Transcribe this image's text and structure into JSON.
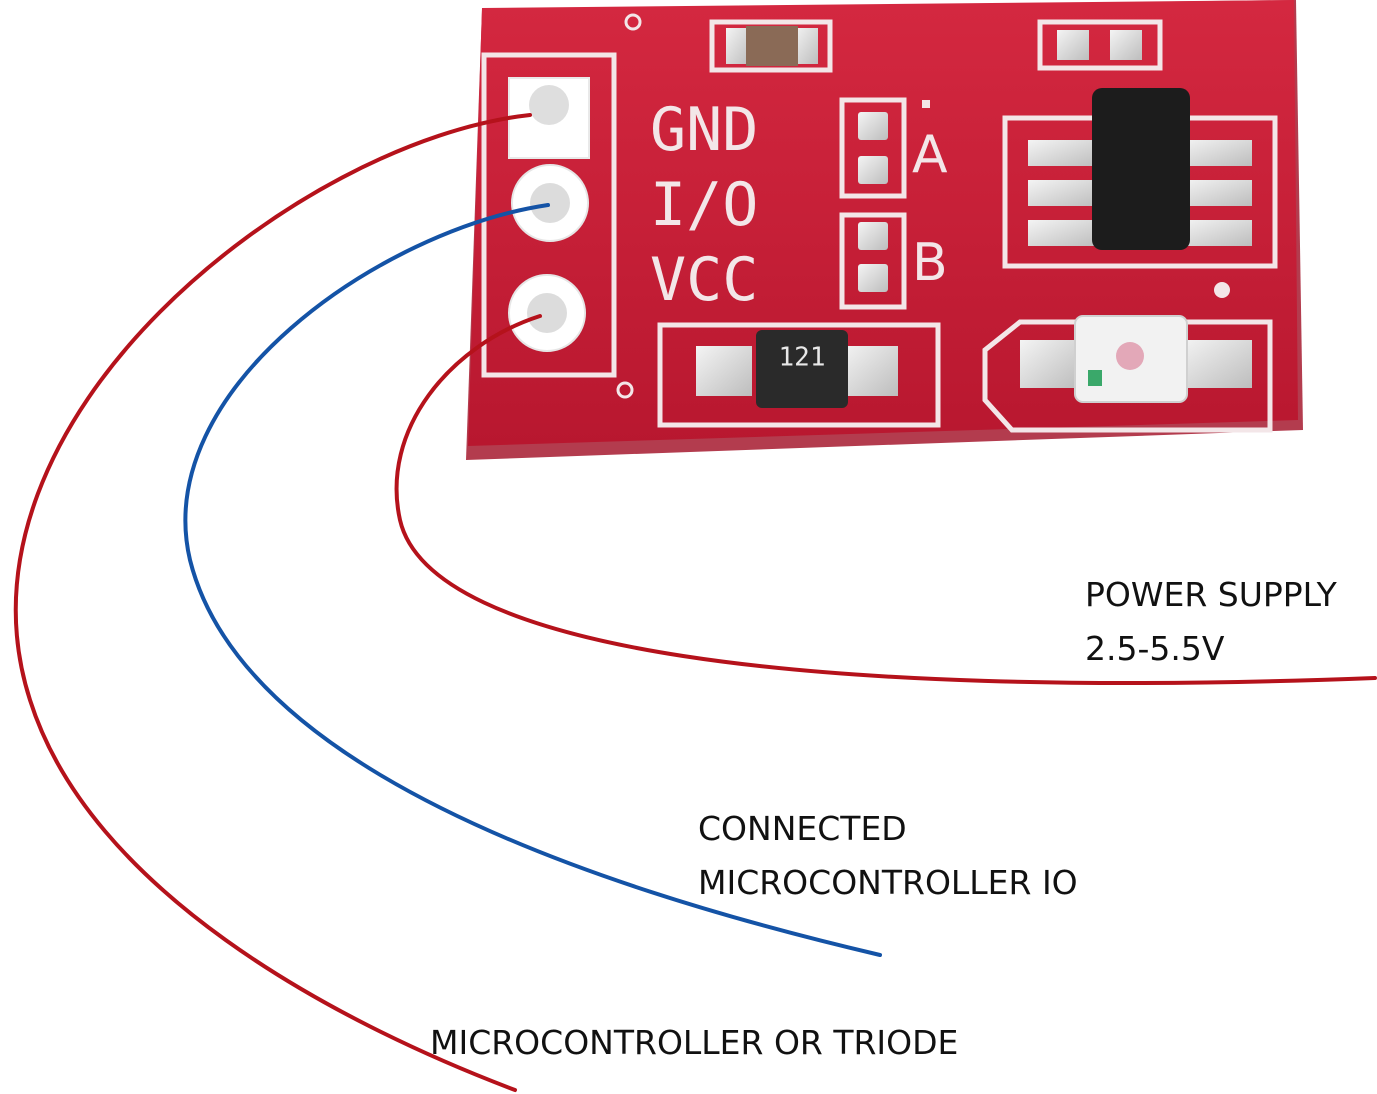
{
  "board": {
    "pin_labels": [
      "GND",
      "I/O",
      "VCC"
    ],
    "jumper_labels": [
      "A",
      "B"
    ],
    "resistor_code": "121"
  },
  "wires": [
    {
      "pin": "GND",
      "color": "#b5121b"
    },
    {
      "pin": "I/O",
      "color": "#1453a6"
    },
    {
      "pin": "VCC",
      "color": "#b5121b"
    }
  ],
  "labels": {
    "power_line1": "POWER SUPPLY",
    "power_line2": "2.5-5.5V",
    "io_line1": "CONNECTED",
    "io_line2": "MICROCONTROLLER IO",
    "gnd_line1": "MICROCONTROLLER OR TRIODE"
  },
  "colors": {
    "pcb": "#c41e36",
    "silkscreen": "#f3e6e8",
    "wire_red": "#b5121b",
    "wire_blue": "#1453a6"
  }
}
